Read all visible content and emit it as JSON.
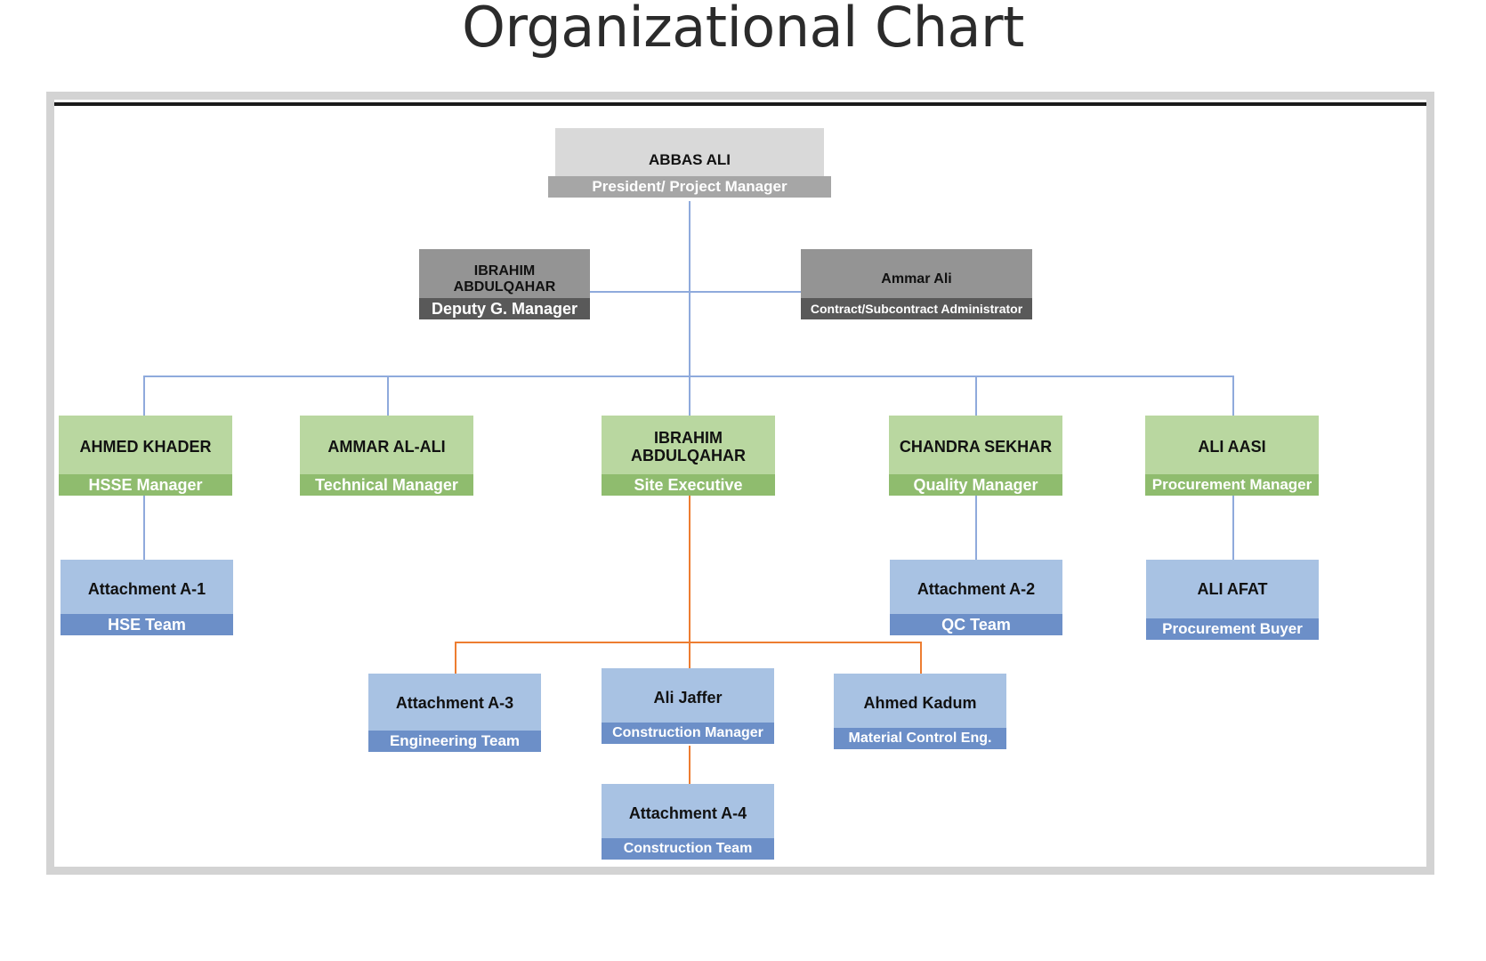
{
  "page": {
    "title": "Organizational Chart"
  },
  "theme": {
    "title_color": "#2b2b2b",
    "frame_border": "#d3d3d3",
    "frame_topline": "#1a1a1a",
    "connector_blue": "#8faadc",
    "connector_orange": "#ed7d31",
    "gray_fill": "#d9d9d9",
    "gray_band": "#a6a6a6",
    "gray2_fill": "#949494",
    "gray2_band": "#595959",
    "green_fill": "#b9d7a0",
    "green_band": "#8fbc6e",
    "blue_fill": "#a8c2e3",
    "blue_band": "#6c8fc8"
  },
  "nodes": {
    "president": {
      "name": "ABBAS ALI",
      "role": "President/ Project Manager"
    },
    "deputy_gm": {
      "name": "IBRAHIM ABDULQAHAR",
      "role": "Deputy G.  Manager"
    },
    "contract_admin": {
      "name": "Ammar Ali",
      "role": "Contract/Subcontract Administrator"
    },
    "hsse_manager": {
      "name": "AHMED KHADER",
      "role": "HSSE Manager"
    },
    "technical_manager": {
      "name": "AMMAR AL-ALI",
      "role": "Technical Manager"
    },
    "site_executive": {
      "name": "IBRAHIM ABDULQAHAR",
      "role": "Site Executive"
    },
    "quality_manager": {
      "name": "CHANDRA SEKHAR",
      "role": "Quality  Manager"
    },
    "procurement_manager": {
      "name": "ALI AASI",
      "role": "Procurement Manager"
    },
    "hse_team": {
      "name": "Attachment A-1",
      "role": "HSE Team"
    },
    "qc_team": {
      "name": "Attachment A-2",
      "role": "QC Team"
    },
    "procurement_buyer": {
      "name": "ALI AFAT",
      "role": "Procurement Buyer"
    },
    "engineering_team": {
      "name": "Attachment A-3",
      "role": "Engineering Team"
    },
    "construction_manager": {
      "name": "Ali Jaffer",
      "role": "Construction Manager"
    },
    "material_control": {
      "name": "Ahmed Kadum",
      "role": "Material Control Eng."
    },
    "construction_team": {
      "name": "Attachment A-4",
      "role": "Construction Team"
    }
  }
}
